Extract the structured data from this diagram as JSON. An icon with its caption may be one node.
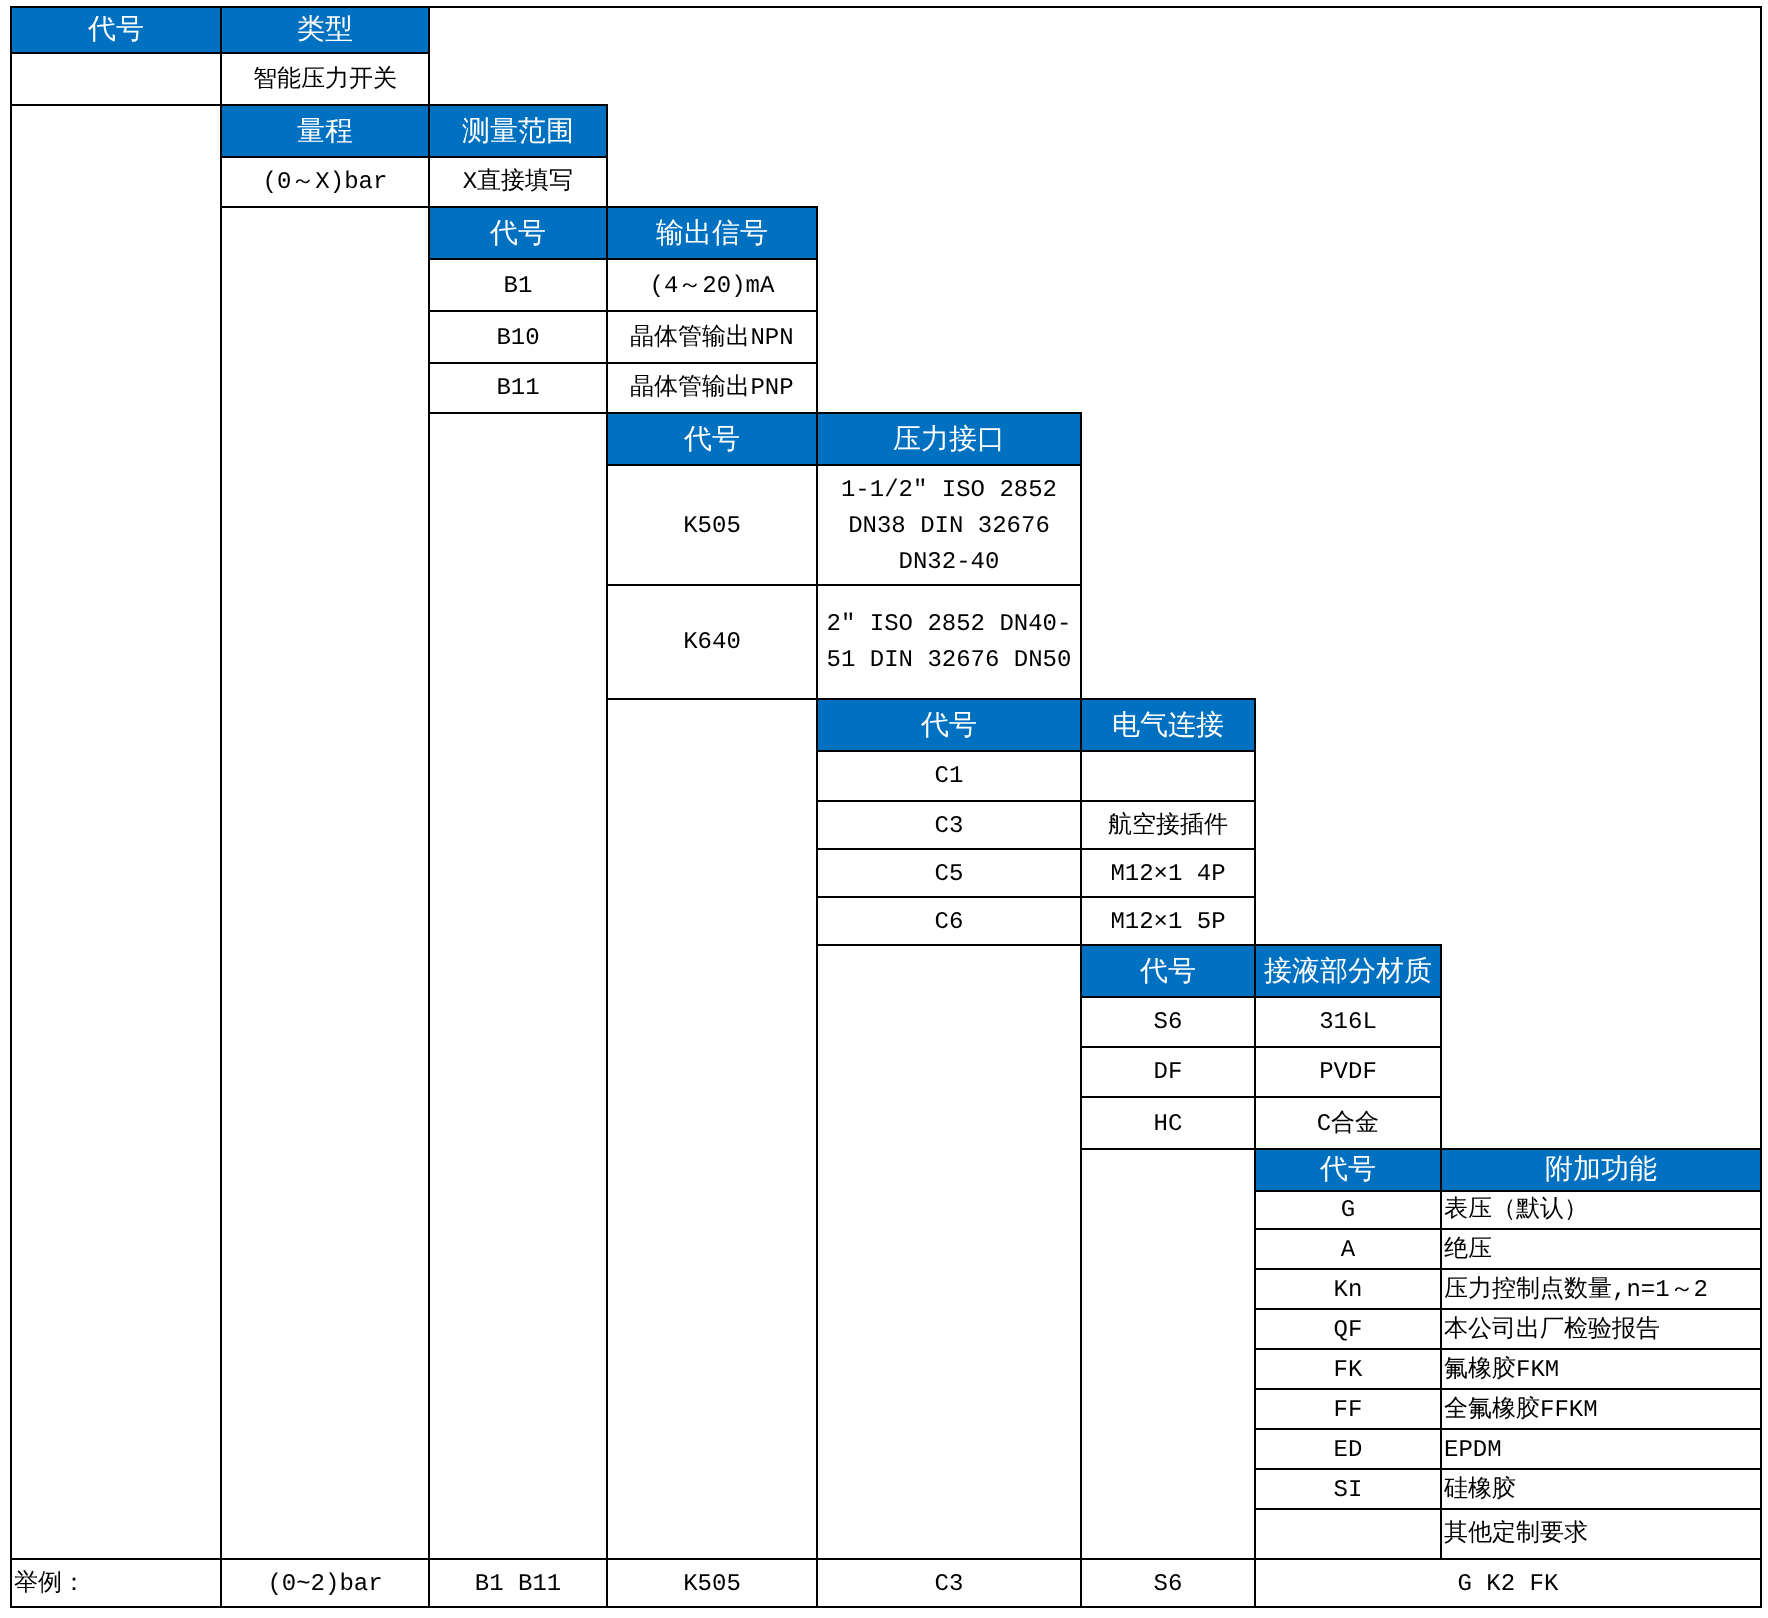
{
  "diagram": {
    "labels": [
      "代号",
      "类型",
      "智能压力开关",
      "量程",
      "测量范围",
      "(0～X)bar",
      "X直接填写",
      "代号",
      "输出信号",
      "B1",
      "(4～20)mA",
      "B10",
      "晶体管输出NPN",
      "B11",
      "晶体管输出PNP",
      "代号",
      "压力接口",
      "K505",
      "1-1/2″ ISO 2852 DN38 DIN 32676 DN32-40",
      "K640",
      "2″ ISO 2852 DN40-51 DIN 32676 DN50",
      "代号",
      "电气连接",
      "C1",
      "C3",
      "航空接插件",
      "C5",
      "M12×1 4P",
      "C6",
      "M12×1 5P",
      "代号",
      "接液部分材质",
      "S6",
      "316L",
      "DF",
      "PVDF",
      "HC",
      "C合金",
      "代号",
      "附加功能",
      "G",
      "表压（默认）",
      "A",
      "绝压",
      "Kn",
      "压力控制点数量,n=1～2",
      "QF",
      "本公司出厂检验报告",
      "FK",
      "氟橡胶FKM",
      "FF",
      "全氟橡胶FFKM",
      "ED",
      "EPDM",
      "SI",
      "硅橡胶",
      "其他定制要求",
      "举例：",
      "(0~2)bar",
      "B1 B11",
      "K505",
      "C3",
      "S6",
      "G K2 FK"
    ]
  }
}
